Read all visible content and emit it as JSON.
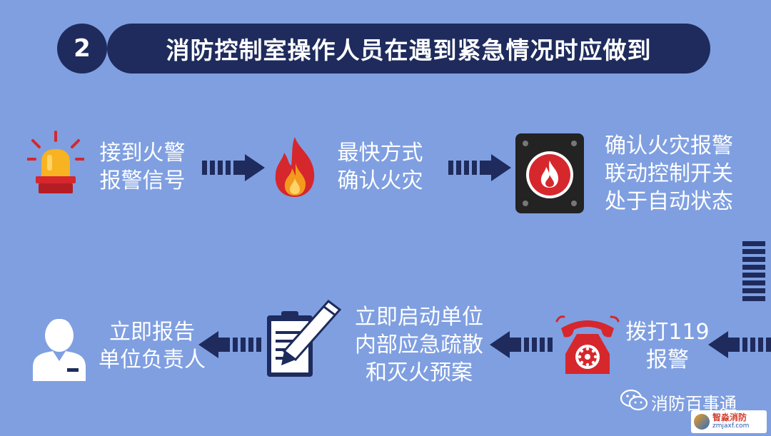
{
  "header": {
    "step_number": "2",
    "title": "消防控制室操作人员在遇到紧急情况时应做到"
  },
  "steps": [
    {
      "lines": [
        "接到火警",
        "报警信号"
      ],
      "icon": "alarm-light-icon"
    },
    {
      "lines": [
        "最快方式",
        "确认火灾"
      ],
      "icon": "fire-icon"
    },
    {
      "lines": [
        "确认火灾报警",
        "联动控制开关",
        "处于自动状态"
      ],
      "icon": "fire-alarm-button-icon"
    },
    {
      "lines": [
        "拨打119",
        "报警"
      ],
      "icon": "telephone-icon"
    },
    {
      "lines": [
        "立即启动单位",
        "内部应急疏散",
        "和灭火预案"
      ],
      "icon": "clipboard-pencil-icon"
    },
    {
      "lines": [
        "立即报告",
        "单位负责人"
      ],
      "icon": "person-icon"
    }
  ],
  "watermark": {
    "account_name": "消防百事通",
    "logo_name": "智淼消防",
    "logo_url": "zmjaxf.com"
  },
  "colors": {
    "background": "#7f9fe1",
    "navy": "#1e2b5c",
    "red": "#d6272d",
    "orange": "#f39a1c"
  }
}
